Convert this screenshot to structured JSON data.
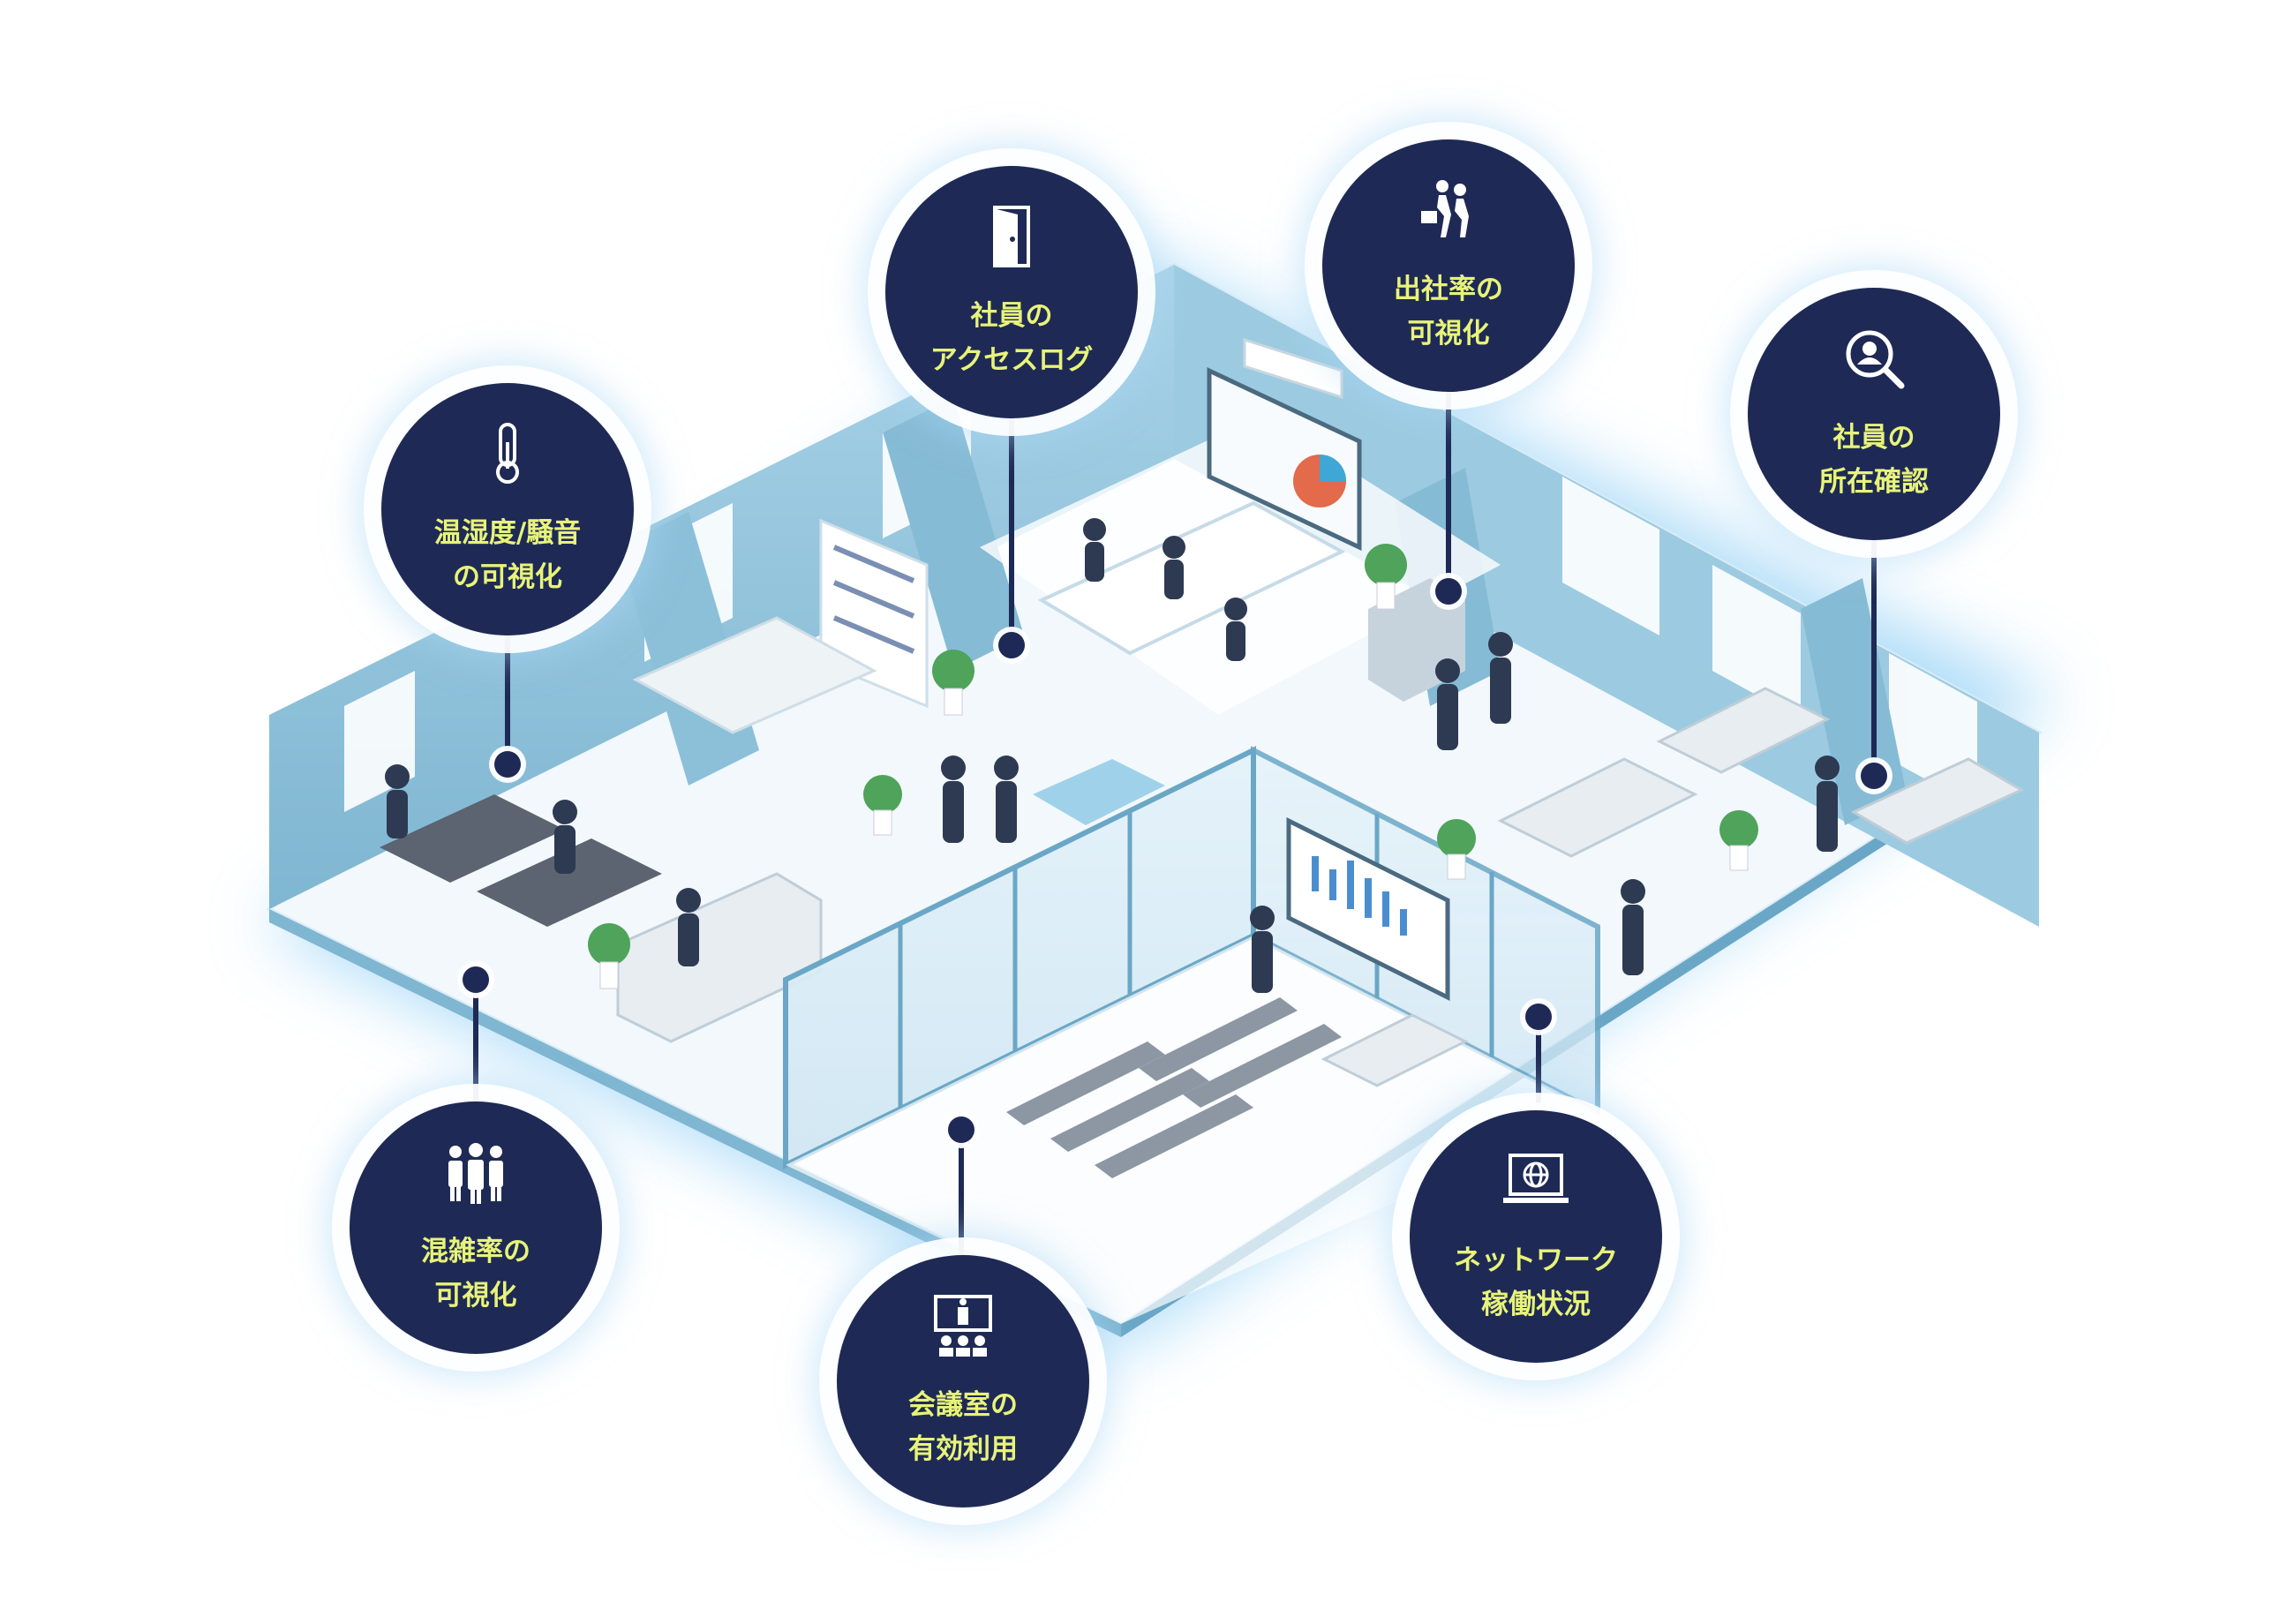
{
  "callouts": {
    "temperature": {
      "icon": "thermometer-icon",
      "line1": "温湿度/騒音",
      "line2": "の可視化"
    },
    "access_log": {
      "icon": "door-icon",
      "line1": "社員の",
      "line2": "アクセスログ"
    },
    "attendance": {
      "icon": "walking-people-icon",
      "line1": "出社率の",
      "line2": "可視化"
    },
    "location": {
      "icon": "person-search-icon",
      "line1": "社員の",
      "line2": "所在確認"
    },
    "congestion": {
      "icon": "crowd-icon",
      "line1": "混雑率の",
      "line2": "可視化"
    },
    "meeting_room": {
      "icon": "presentation-icon",
      "line1": "会議室の",
      "line2": "有効利用"
    },
    "network": {
      "icon": "monitor-globe-icon",
      "line1": "ネットワーク",
      "line2": "稼働状況"
    }
  },
  "colors": {
    "callout_fill": "#1e2a55",
    "callout_text": "#e8f37a",
    "wall": "#8fc3dc",
    "floor": "#f2f8fc",
    "glow": "#bfe3f7"
  }
}
